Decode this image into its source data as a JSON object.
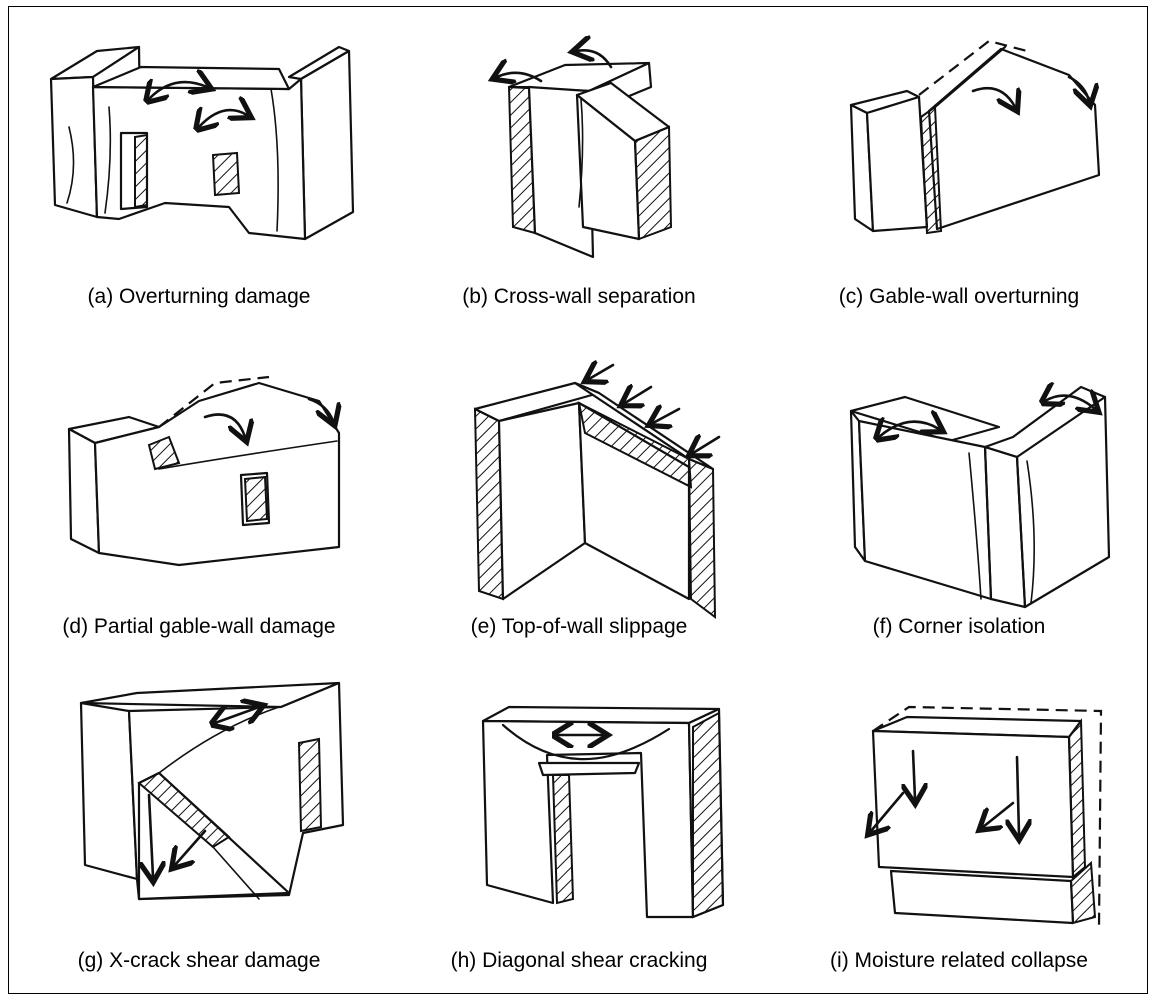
{
  "figure": {
    "panels": [
      {
        "id": "a",
        "caption": "(a) Overturning damage"
      },
      {
        "id": "b",
        "caption": "(b) Cross-wall separation"
      },
      {
        "id": "c",
        "caption": "(c) Gable-wall overturning"
      },
      {
        "id": "d",
        "caption": "(d) Partial gable-wall damage"
      },
      {
        "id": "e",
        "caption": "(e) Top-of-wall slippage"
      },
      {
        "id": "f",
        "caption": "(f) Corner isolation"
      },
      {
        "id": "g",
        "caption": "(g) X-crack shear damage"
      },
      {
        "id": "h",
        "caption": "(h) Diagonal shear cracking"
      },
      {
        "id": "i",
        "caption": "(i) Moisture related collapse"
      }
    ]
  }
}
